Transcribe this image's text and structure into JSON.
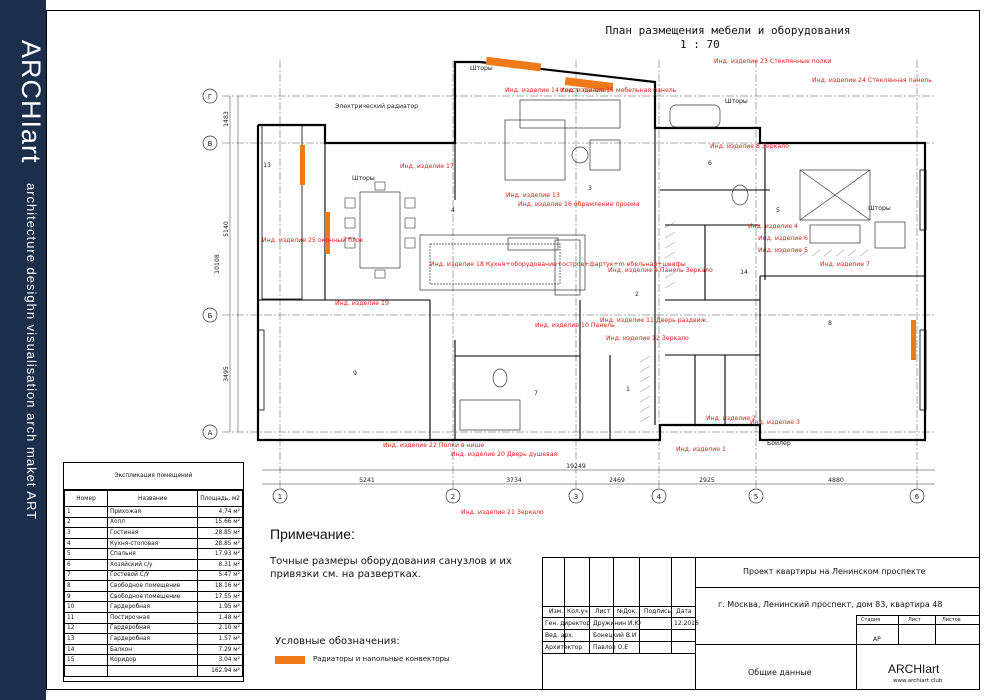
{
  "sidebar": {
    "brand": "ARCHIart",
    "tagline": "architecture  desighn  visualisation  arch maket  ART"
  },
  "plan": {
    "title": "План размещения мебели и оборудования",
    "scale": "1 : 70",
    "row_axes": [
      "Г",
      "В",
      "Б",
      "А"
    ],
    "col_axes": [
      "1",
      "2",
      "3",
      "4",
      "5",
      "6"
    ],
    "bottom_total": "19249",
    "bottom_dims": [
      "5241",
      "3734",
      "2469",
      "2925",
      "4880"
    ],
    "left_dims": [
      "1483",
      "5140",
      "10108",
      "3495"
    ],
    "side_labels": {
      "shtory1": "Шторы",
      "shtory2": "Шторы",
      "shtory3": "Шторы",
      "shtory4": "Шторы",
      "boiler": "Бойлер",
      "radiator": "Электрический радиатор"
    },
    "red_labels": [
      "Инд. изделие 23 Стеклянные полки",
      "Инд. изделие 24 Стеклянная панель",
      "Инд. изделие 14 текст. панель",
      "Инд. изделие 15 мебельная панель",
      "Инд. изделие 17",
      "Инд. изделие 8 Зеркало",
      "Инд. изделие 13",
      "Инд. изделие 16 обрамление проема",
      "Инд. изделие 4",
      "Инд. изделие 6",
      "Инд. изделие 5",
      "Инд. изделие 25 оконный блок",
      "Инд. изделие 18 Кухня+оборудование+остров+фартук+m ебельная+шкафы",
      "Инд. изделие 9 Панель Зеркало",
      "Инд. изделие 7",
      "Инд. изделие 19",
      "Инд. изделие 10 Панель",
      "Инд. изделие 11 Дверь раздвиж.",
      "Инд. изделие 12 Зеркало",
      "Инд. изделие 2",
      "Инд. изделие 3",
      "Инд. изделие 1",
      "Инд. изделие 22 Полки в нише",
      "Инд. изделие 20 Дверь душевая",
      "Инд. изделие 21 Зеркало"
    ]
  },
  "explication": {
    "title": "Экспликация помещений",
    "headers": [
      "Номер",
      "Название",
      "Площадь, м2"
    ],
    "rows": [
      [
        "1",
        "Прихожая",
        "4.74 м²"
      ],
      [
        "2",
        "Холл",
        "15.66 м²"
      ],
      [
        "3",
        "Гостиная",
        "28.85 м²"
      ],
      [
        "4",
        "Кухня-столовая",
        "28.85 м²"
      ],
      [
        "5",
        "Спальня",
        "17.93 м²"
      ],
      [
        "6",
        "Хозяйский с/у",
        "8.31 м²"
      ],
      [
        "7",
        "Гостевой С/У",
        "5.47 м²"
      ],
      [
        "8",
        "Свободное помещение",
        "18.16 м²"
      ],
      [
        "9",
        "Свободное помещение",
        "17.55 м²"
      ],
      [
        "10",
        "Гардеробная",
        "1.95 м²"
      ],
      [
        "11",
        "Постирочная",
        "1.48 м²"
      ],
      [
        "12",
        "Гардеробная",
        "2.10 м²"
      ],
      [
        "13",
        "Гардеробная",
        "1.57 м²"
      ],
      [
        "14",
        "Балкон",
        "7.29 м²"
      ],
      [
        "15",
        "Коридор",
        "3.04 м²"
      ]
    ],
    "total": "162.94 м²"
  },
  "note": {
    "heading": "Примечание:",
    "text": "Точные размеры оборудования санузлов и их привязки см. на развертках."
  },
  "legend": {
    "heading": "Условные обозначения:",
    "item": "Радиаторы и напольные конвекторы",
    "color": "#f07a18"
  },
  "titleblock": {
    "project": "Проект квартиры на Ленинском проспекте",
    "address": "г. Москва, Ленинский проспект, дом 83, квартира 48",
    "sheet_name": "Общие данные",
    "company": "ARCHIart",
    "website": "www.archiart.club",
    "col_headers": [
      "Изм.",
      "Кол.уч",
      "Лист",
      "№Док.",
      "Подпись",
      "Дата"
    ],
    "people": [
      {
        "role": "Ген. директор",
        "name": "Дружинин И.Ю"
      },
      {
        "role": "Вед. арх.",
        "name": "Бонецкий В.И"
      },
      {
        "role": "Архитектор",
        "name": "Павлов О.Е"
      }
    ],
    "date": "12.2016",
    "stage_label": "Стадия",
    "sheet_label": "Лист",
    "sheets_label": "Листов",
    "stage": "АР"
  }
}
